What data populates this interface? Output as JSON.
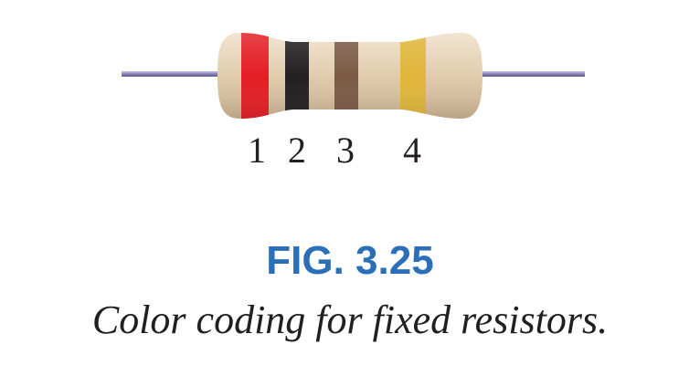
{
  "resistor": {
    "body_color": "#e2cdaf",
    "lead_color": "#8a86b8",
    "bands": [
      {
        "number": "1",
        "color": "#e31e24"
      },
      {
        "number": "2",
        "color": "#231f20"
      },
      {
        "number": "3",
        "color": "#7a5a45"
      },
      {
        "number": "4",
        "color": "#e0b53a"
      }
    ]
  },
  "caption": {
    "figure_number": "FIG. 3.25",
    "text": "Color coding for fixed resistors.",
    "number_color": "#2a6fb7"
  }
}
